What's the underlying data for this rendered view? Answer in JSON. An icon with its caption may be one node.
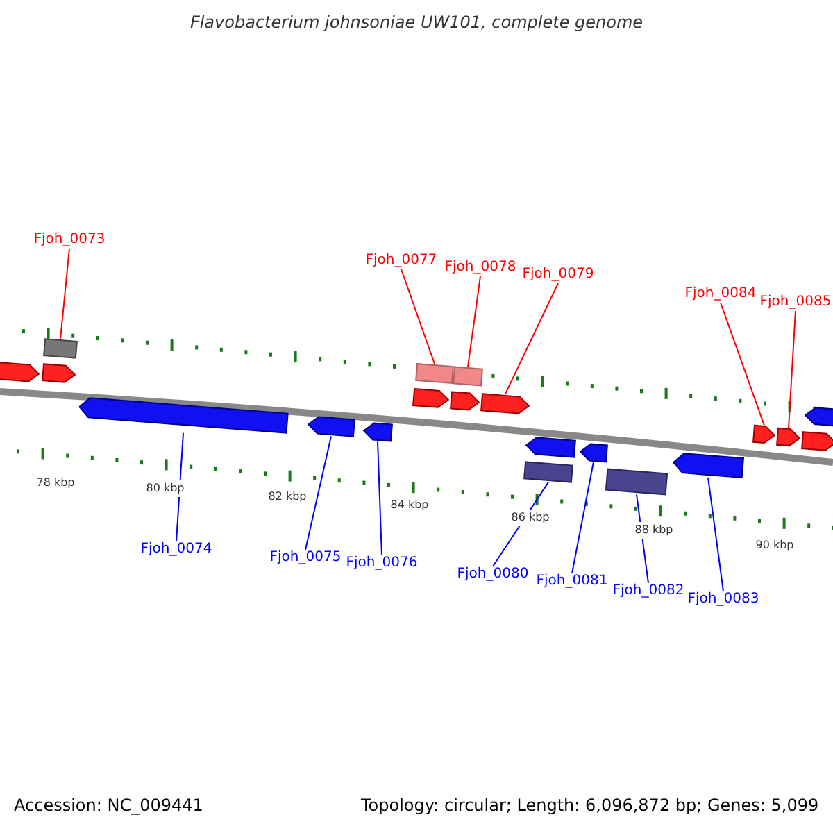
{
  "diagram": {
    "title": "Flavobacterium johnsoniae UW101, complete genome",
    "nodes": [
      {
        "text": [
          "Fjoh_0073"
        ]
      },
      {
        "text": [
          "Fjoh_0077"
        ]
      },
      {
        "text": [
          "Fjoh_0078"
        ]
      },
      {
        "text": [
          "Fjoh_0079"
        ]
      },
      {
        "text": [
          "Fjoh_0084"
        ]
      },
      {
        "text": [
          "Fjoh_0085"
        ]
      },
      {
        "text": [
          "Fjoh_0074"
        ]
      },
      {
        "text": [
          "Fjoh_0075"
        ]
      },
      {
        "text": [
          "Fjoh_0076"
        ]
      },
      {
        "text": [
          "Fjoh_0080"
        ]
      },
      {
        "text": [
          "Fjoh_0081"
        ]
      },
      {
        "text": [
          "Fjoh_0082"
        ]
      },
      {
        "text": [
          "Fjoh_0083"
        ]
      },
      {
        "text": [],
        "shape": "box"
      },
      {
        "text": [],
        "shape": "box"
      },
      {
        "text": [],
        "shape": "box"
      },
      {
        "text": [],
        "shape": "arrow"
      },
      {
        "text": [],
        "shape": "arrow"
      },
      {
        "text": [],
        "shape": "arrow"
      },
      {
        "text": [],
        "shape": "arrow"
      },
      {
        "text": [],
        "shape": "arrow"
      },
      {
        "text": [],
        "shape": "arrow"
      },
      {
        "text": [],
        "shape": "box"
      },
      {
        "text": [],
        "shape": "arrow"
      },
      {
        "text": [],
        "shape": "box"
      },
      {
        "text": [],
        "shape": "arrow"
      },
      {
        "text": [],
        "shape": "arrow"
      },
      {
        "text": [],
        "shape": "arrow"
      },
      {
        "text": [],
        "shape": "arrow"
      },
      {
        "text": [],
        "shape": "arrow"
      },
      {
        "text": [],
        "shape": "arrow"
      },
      {
        "text": [],
        "shape": "arrow"
      },
      {
        "text": [],
        "shape": "arrow"
      }
    ],
    "edges": [
      {
        "from": 0,
        "to": 13,
        "arrow": "none",
        "color": "#ff0000"
      },
      {
        "from": 1,
        "to": 14,
        "arrow": "none",
        "color": "#ff0000"
      },
      {
        "from": 2,
        "to": 15,
        "arrow": "none",
        "color": "#ff0000"
      },
      {
        "from": 3,
        "to": 16,
        "arrow": "none",
        "color": "#ff0000"
      },
      {
        "from": 4,
        "to": 17,
        "arrow": "none",
        "color": "#ff0000"
      },
      {
        "from": 5,
        "to": 18,
        "arrow": "none",
        "color": "#ff0000"
      },
      {
        "from": 6,
        "to": 19,
        "arrow": "none"
      },
      {
        "from": 7,
        "to": 20,
        "arrow": "none"
      },
      {
        "from": 8,
        "to": 21,
        "arrow": "none"
      },
      {
        "from": 9,
        "to": 22,
        "arrow": "none"
      },
      {
        "from": 10,
        "to": 23,
        "arrow": "none"
      },
      {
        "from": 11,
        "to": 24,
        "arrow": "none"
      },
      {
        "from": 12,
        "to": 25,
        "arrow": "none"
      }
    ],
    "labels": [
      "78 kbp",
      "80 kbp",
      "82 kbp",
      "84 kbp",
      "86 kbp",
      "88 kbp",
      "90 kbp",
      "Accession: NC_009441",
      "Topology: circular; Length: 6,096,872 bp; Genes: 5,099"
    ]
  }
}
